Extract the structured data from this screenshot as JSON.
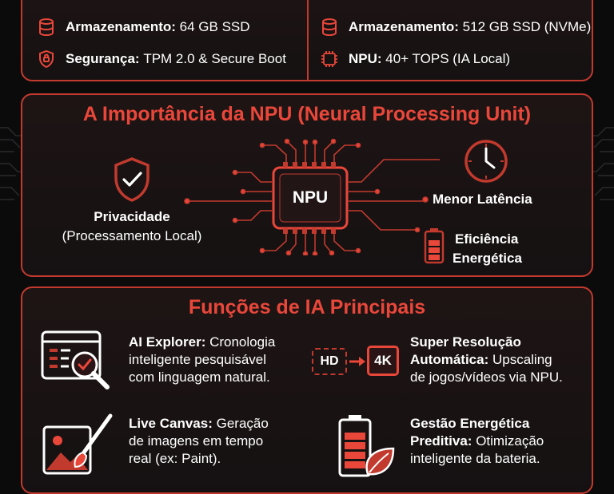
{
  "specs": {
    "left": [
      {
        "label": "Armazenamento:",
        "value": "64 GB SSD",
        "icon": "storage-icon"
      },
      {
        "label": "Segurança:",
        "value": "TPM 2.0 & Secure Boot",
        "icon": "security-shield-icon"
      }
    ],
    "right": [
      {
        "label": "Armazenamento:",
        "value": "512 GB SSD (NVMe)",
        "icon": "storage-icon"
      },
      {
        "label": "NPU:",
        "value": "40+ TOPS (IA Local)",
        "icon": "npu-chip-icon"
      }
    ]
  },
  "npu_section": {
    "title": "A Importância da NPU (Neural Processing Unit)",
    "chip_label": "NPU",
    "privacy_title": "Privacidade",
    "privacy_sub": "(Processamento Local)",
    "latency": "Menor Latência",
    "efficiency_line1": "Eficiência",
    "efficiency_line2": "Energética"
  },
  "functions": {
    "title": "Funções de IA Principais",
    "hd_label": "HD",
    "k4_label": "4K",
    "items": [
      {
        "name": "AI Explorer:",
        "lines": [
          " Cronologia",
          "inteligente pesquisável",
          "com linguagem natural."
        ]
      },
      {
        "name": "Super Resolução",
        "name2": "Automática:",
        "lines": [
          " Upscaling",
          "de jogos/vídeos via NPU."
        ]
      },
      {
        "name": "Live Canvas:",
        "lines": [
          " Geração",
          "de imagens em tempo",
          "real (ex: Paint)."
        ]
      },
      {
        "name": "Gestão Energética",
        "name2": "Preditiva:",
        "lines": [
          " Otimização",
          "inteligente da bateria."
        ]
      }
    ]
  },
  "colors": {
    "accent": "#e9473a",
    "border": "#c23a2e",
    "background": "#0b0b0c"
  }
}
